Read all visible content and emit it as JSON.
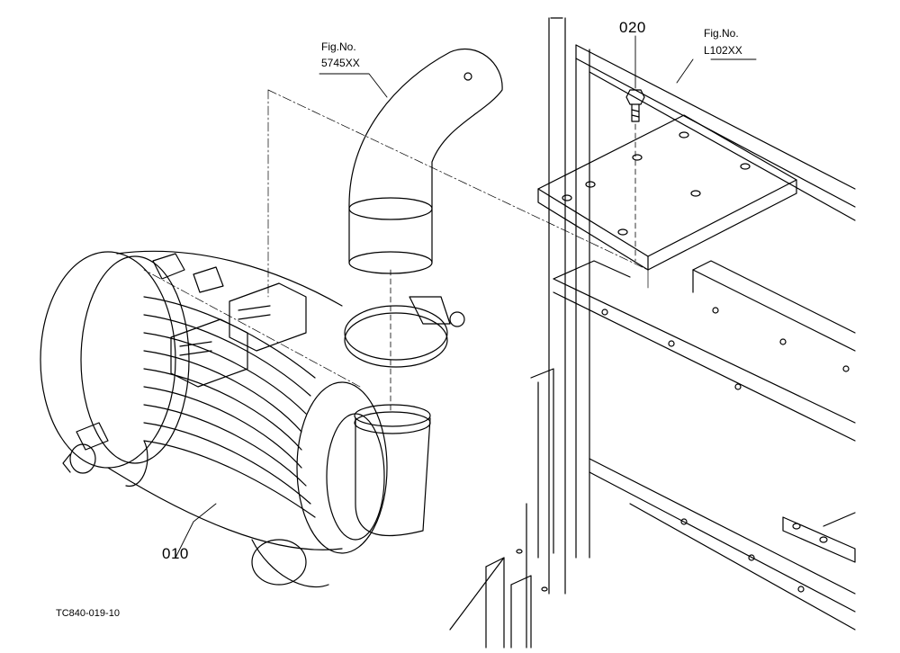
{
  "diagram": {
    "line_color": "#000000",
    "background": "#ffffff",
    "part_labels": {
      "air_cleaner": "010",
      "bolt": "020"
    },
    "figure_refs": {
      "hose": {
        "line1": "Fig.No.",
        "line2": "5745XX"
      },
      "frame": {
        "line1": "Fig.No.",
        "line2": "L102XX"
      }
    },
    "drawing_code": "TC840-019-10"
  }
}
